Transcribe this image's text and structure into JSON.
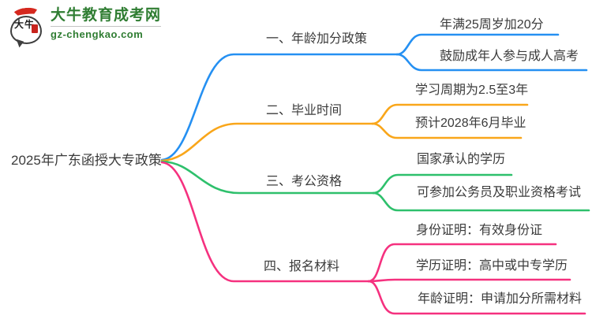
{
  "logo": {
    "title": "大牛教育成考网",
    "subtitle": "gz-chengkao.com",
    "mark_text": "大牛"
  },
  "colors": {
    "blue": "#2590F2",
    "orange": "#F9A61A",
    "green": "#2EC06C",
    "pink": "#F5317F",
    "text": "#3B3B3B",
    "logo_green": "#2F7D32",
    "logo_red": "#D5281E"
  },
  "mindmap": {
    "root": "2025年广东函授大专政策",
    "branches": [
      {
        "label": "一、年龄加分政策",
        "color_key": "blue",
        "children": [
          "年满25周岁加20分",
          "鼓励成年人参与成人高考"
        ]
      },
      {
        "label": "二、毕业时间",
        "color_key": "orange",
        "children": [
          "学习周期为2.5至3年",
          "预计2028年6月毕业"
        ]
      },
      {
        "label": "三、考公资格",
        "color_key": "green",
        "children": [
          "国家承认的学历",
          "可参加公务员及职业资格考试"
        ]
      },
      {
        "label": "四、报名材料",
        "color_key": "pink",
        "children": [
          "身份证明：有效身份证",
          "学历证明：高中或中专学历",
          "年龄证明：申请加分所需材料"
        ]
      }
    ]
  }
}
